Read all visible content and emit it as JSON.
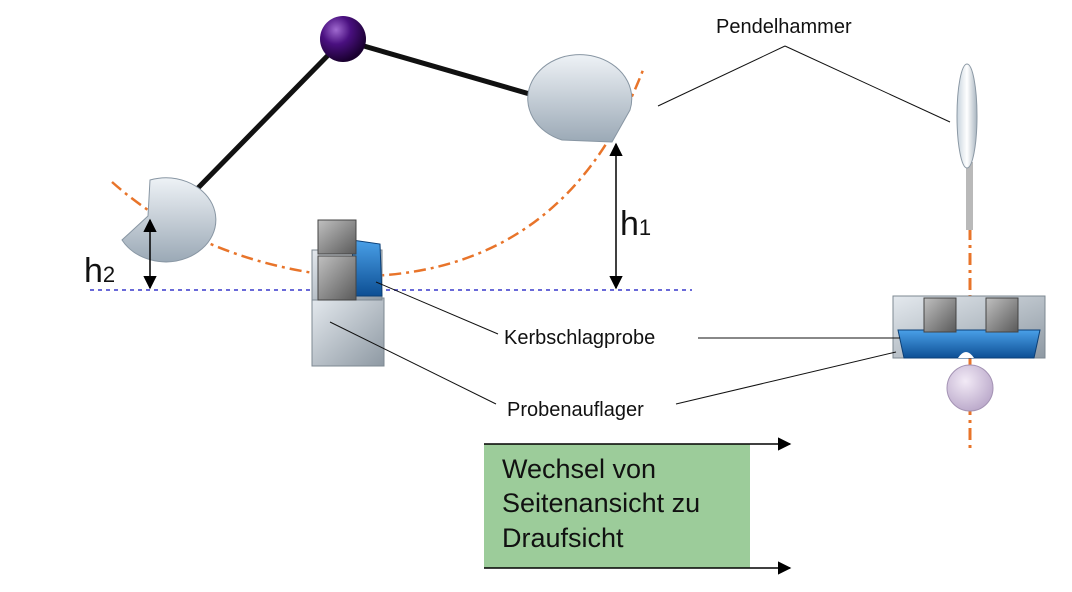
{
  "labels": {
    "pendulum_hammer": "Pendelhammer",
    "notched_specimen": "Kerbschlagprobe",
    "specimen_support": "Probenauflager",
    "h1_main": "h",
    "h1_sub": "1",
    "h2_main": "h",
    "h2_sub": "2"
  },
  "view_change_box": {
    "line1": "Wechsel von",
    "line2": "Seitenansicht zu",
    "line3": "Draufsicht"
  },
  "colors": {
    "arc": "#e8742a",
    "reference_line": "#6a6ad8",
    "box_fill": "#9ccc9a",
    "pivot": "#3a0a6a",
    "rod": "#111111",
    "specimen": "#1f6fc0"
  }
}
